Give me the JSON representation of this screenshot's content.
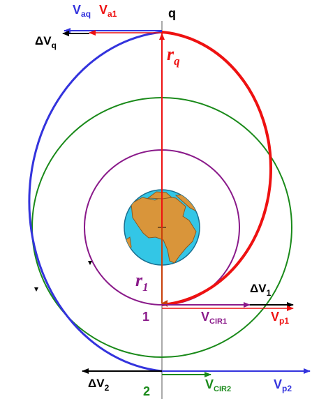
{
  "labels": {
    "top_axis": "q",
    "point_1": "1",
    "point_2": "2",
    "v_aq": {
      "main": "V",
      "sub": "aq"
    },
    "v_a1": {
      "main": "V",
      "sub": "a1"
    },
    "dv_q": {
      "main": "ΔV",
      "sub": "q"
    },
    "r_q": {
      "main": "r",
      "sub": "q"
    },
    "r_1": {
      "main": "r",
      "sub": "1"
    },
    "dv_1": {
      "main": "ΔV",
      "sub": "1"
    },
    "v_cir1": {
      "main": "V",
      "sub": "CIR1"
    },
    "v_p1": {
      "main": "V",
      "sub": "p1"
    },
    "dv_2": {
      "main": "ΔV",
      "sub": "2"
    },
    "v_cir2": {
      "main": "V",
      "sub": "CIR2"
    },
    "v_p2": {
      "main": "V",
      "sub": "p2"
    }
  },
  "colors": {
    "blue_transfer": "#3333dd",
    "red_transfer": "#ee1111",
    "green_orbit": "#1a8a1a",
    "purple_orbit": "#8a1a8a",
    "earth_ocean": "#33c6e6",
    "earth_land": "#d9953a",
    "radius_line": "#c8400a",
    "axis": "#555555",
    "black": "#000000"
  },
  "icons": {
    "earth": "earth-globe-icon"
  }
}
